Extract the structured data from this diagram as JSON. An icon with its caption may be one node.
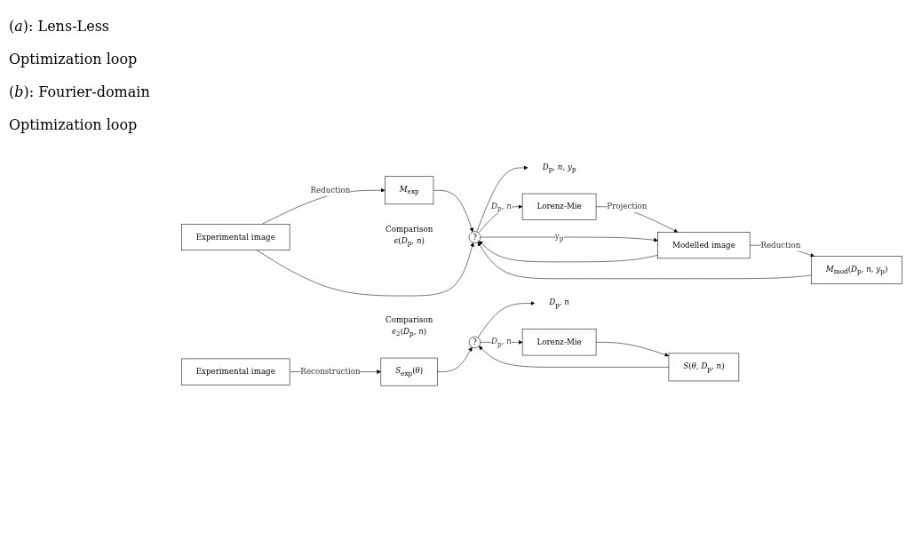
{
  "diagram": {
    "nodes": [
      {
        "text": [
          "Experimental image"
        ]
      },
      {
        "text": [
          "*M*$_{exp}$"
        ]
      },
      {
        "text": [
          "?"
        ],
        "beside": [
          "Comparison",
          "*ϵ*(*D*$_{p}$, *n*)"
        ]
      },
      {
        "text": [
          "*D*$_{p}$, *n*, *y*$_{p}$"
        ]
      },
      {
        "text": [
          "Lorenz-Mie"
        ]
      },
      {
        "text": [
          "Modelled image"
        ]
      },
      {
        "text": [
          "*M*$_{mod}$(*D*$_{p}$, *n*, *y*$_{p}$)"
        ]
      },
      {
        "text": [
          "Experimental image"
        ]
      },
      {
        "text": [
          "*S*$_{exp}$(*θ*)"
        ]
      },
      {
        "text": [
          "?"
        ],
        "beside": [
          "Comparison",
          "*ϵ*$_{2}$(*D*$_{p}$, *n*)"
        ]
      },
      {
        "text": [
          "*D*$_{p}$, *n*"
        ]
      },
      {
        "text": [
          "Lorenz-Mie"
        ]
      },
      {
        "text": [
          "*S*(*θ*, *D*$_{p}$, *n*)"
        ]
      }
    ],
    "edges": [
      {
        "from": 0,
        "to": 1,
        "arrow": "to",
        "label": "Reduction"
      },
      {
        "from": 0,
        "to": 2,
        "arrow": "to"
      },
      {
        "from": 1,
        "to": 2,
        "arrow": "to"
      },
      {
        "from": 4,
        "to": 5,
        "arrow": "to",
        "label": "Projection"
      },
      {
        "from": 5,
        "to": 2,
        "arrow": "to"
      },
      {
        "from": 5,
        "to": 6,
        "arrow": "to",
        "label": "Reduction"
      },
      {
        "from": 6,
        "to": 2,
        "arrow": "to"
      },
      {
        "from": 2,
        "to": 3,
        "arrow": "to"
      },
      {
        "from": 2,
        "to": 4,
        "arrow": "to",
        "label": "*D*$_{p}$, *n*"
      },
      {
        "from": 2,
        "to": 5,
        "arrow": "to",
        "label": "y$_{p}$"
      },
      {
        "from": 7,
        "to": 8,
        "arrow": "to",
        "label": "Reconstruction"
      },
      {
        "from": 8,
        "to": 9,
        "arrow": "to"
      },
      {
        "from": 12,
        "to": 9,
        "arrow": "to"
      },
      {
        "from": 11,
        "to": 12,
        "arrow": "to"
      },
      {
        "from": 9,
        "to": 10,
        "arrow": "to"
      },
      {
        "from": 9,
        "to": 11,
        "arrow": "to",
        "label": "*D*$_{p}$, *n*"
      }
    ],
    "labels": [
      "(*a*): Lens-Less",
      "Optimization loop",
      "(*b*): Fourier-domain",
      "Optimization loop"
    ]
  }
}
